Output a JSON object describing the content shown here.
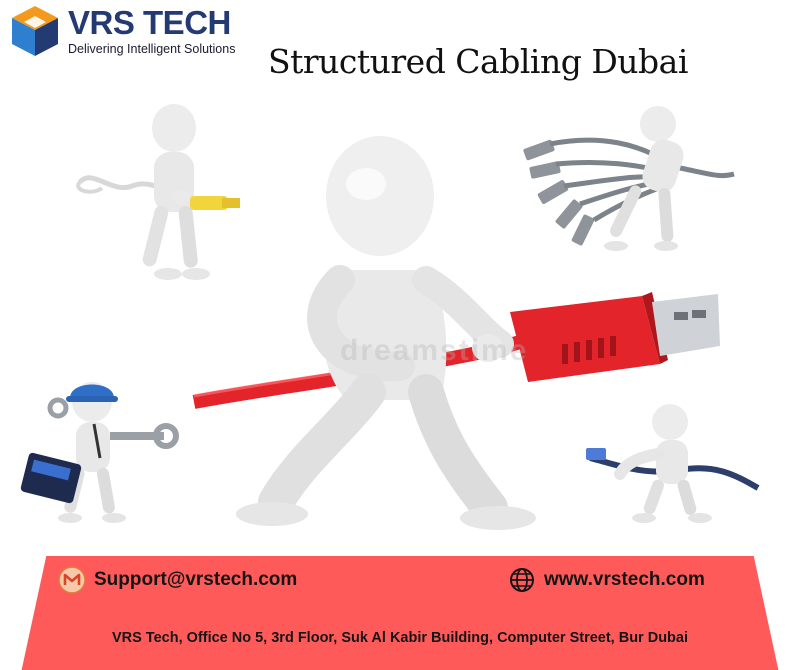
{
  "brand": {
    "name": "VRS TECH",
    "tagline": "Delivering Intelligent Solutions",
    "colors": {
      "navy": "#243a73",
      "orange": "#f39a1c",
      "blue": "#2f7fd0"
    }
  },
  "page": {
    "title": "Structured Cabling Dubai"
  },
  "illustrations": [
    {
      "icon": "figure-with-yellow-cable-icon"
    },
    {
      "icon": "figure-pulling-grey-cables-icon"
    },
    {
      "icon": "figure-with-red-usb-cable-icon"
    },
    {
      "icon": "technician-with-toolbox-icon"
    },
    {
      "icon": "figure-with-blue-cable-icon"
    }
  ],
  "footer": {
    "background": "#ff5a5a",
    "email": {
      "icon": "mail-icon",
      "text": "Support@vrstech.com"
    },
    "website": {
      "icon": "globe-icon",
      "text": "www.vrstech.com"
    },
    "address": "VRS Tech, Office No 5, 3rd Floor, Suk Al Kabir Building, Computer Street, Bur Dubai"
  }
}
